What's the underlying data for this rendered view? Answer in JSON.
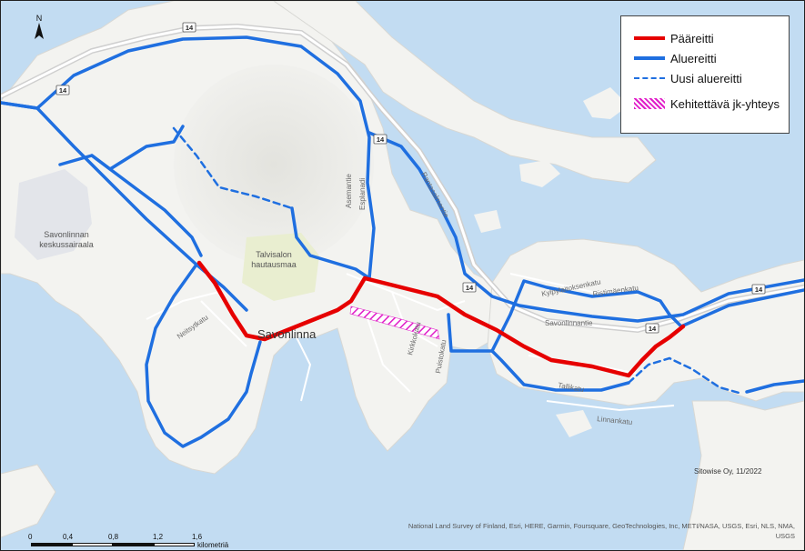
{
  "legend": {
    "items": [
      {
        "label": "Pääreitti",
        "style": "solid",
        "color": "#e60000"
      },
      {
        "label": "Aluereitti",
        "style": "solid",
        "color": "#1f6fe0"
      },
      {
        "label": "Uusi aluereitti",
        "style": "dashed",
        "color": "#1f6fe0"
      },
      {
        "label": "Kehitettävä jk-yhteys",
        "style": "hatched",
        "color": "#e01ec8"
      }
    ]
  },
  "north": {
    "label": "N"
  },
  "credit": "Sitowise Oy, 11/2022",
  "attribution": "National Land Survey of Finland, Esri, HERE, Garmin, Foursquare, GeoTechnologies, Inc, METI/NASA, USGS, Esri, NLS, NMA, USGS",
  "scalebar": {
    "ticks": [
      "0",
      "0,4",
      "0,8",
      "1,2",
      "1,6"
    ],
    "unit": "kilometriä"
  },
  "places": {
    "hospital_line1": "Savonlinnan",
    "hospital_line2": "keskussairaala",
    "cemetery_line1": "Talvisalon",
    "cemetery_line2": "hautausmaa",
    "city": "Savonlinna"
  },
  "streets": {
    "asemantie": "Asemantie",
    "esplanadi": "Esplanadi",
    "rantasalmentie": "Rantasalmentie",
    "savonlinnantie": "Savonlinnantie",
    "linnankatu": "Linnankatu",
    "neitsytkatu": "Neitsytkatu",
    "ristimaenkatu": "Ristimäenkatu",
    "kylpylaitoksenkatu": "Kylpylaitoksenkatu",
    "kirkkokatu": "Kirkkokatu",
    "puistokatu": "Puistokatu",
    "tallikatu": "Tallikatu"
  },
  "road_shields": [
    "14",
    "14",
    "14",
    "14",
    "14",
    "14"
  ],
  "colors": {
    "water": "#c2dcf2",
    "land": "#f2f2ef",
    "main_route": "#e60000",
    "area_route": "#1f6fe0",
    "walk_link": "#e01ec8"
  }
}
